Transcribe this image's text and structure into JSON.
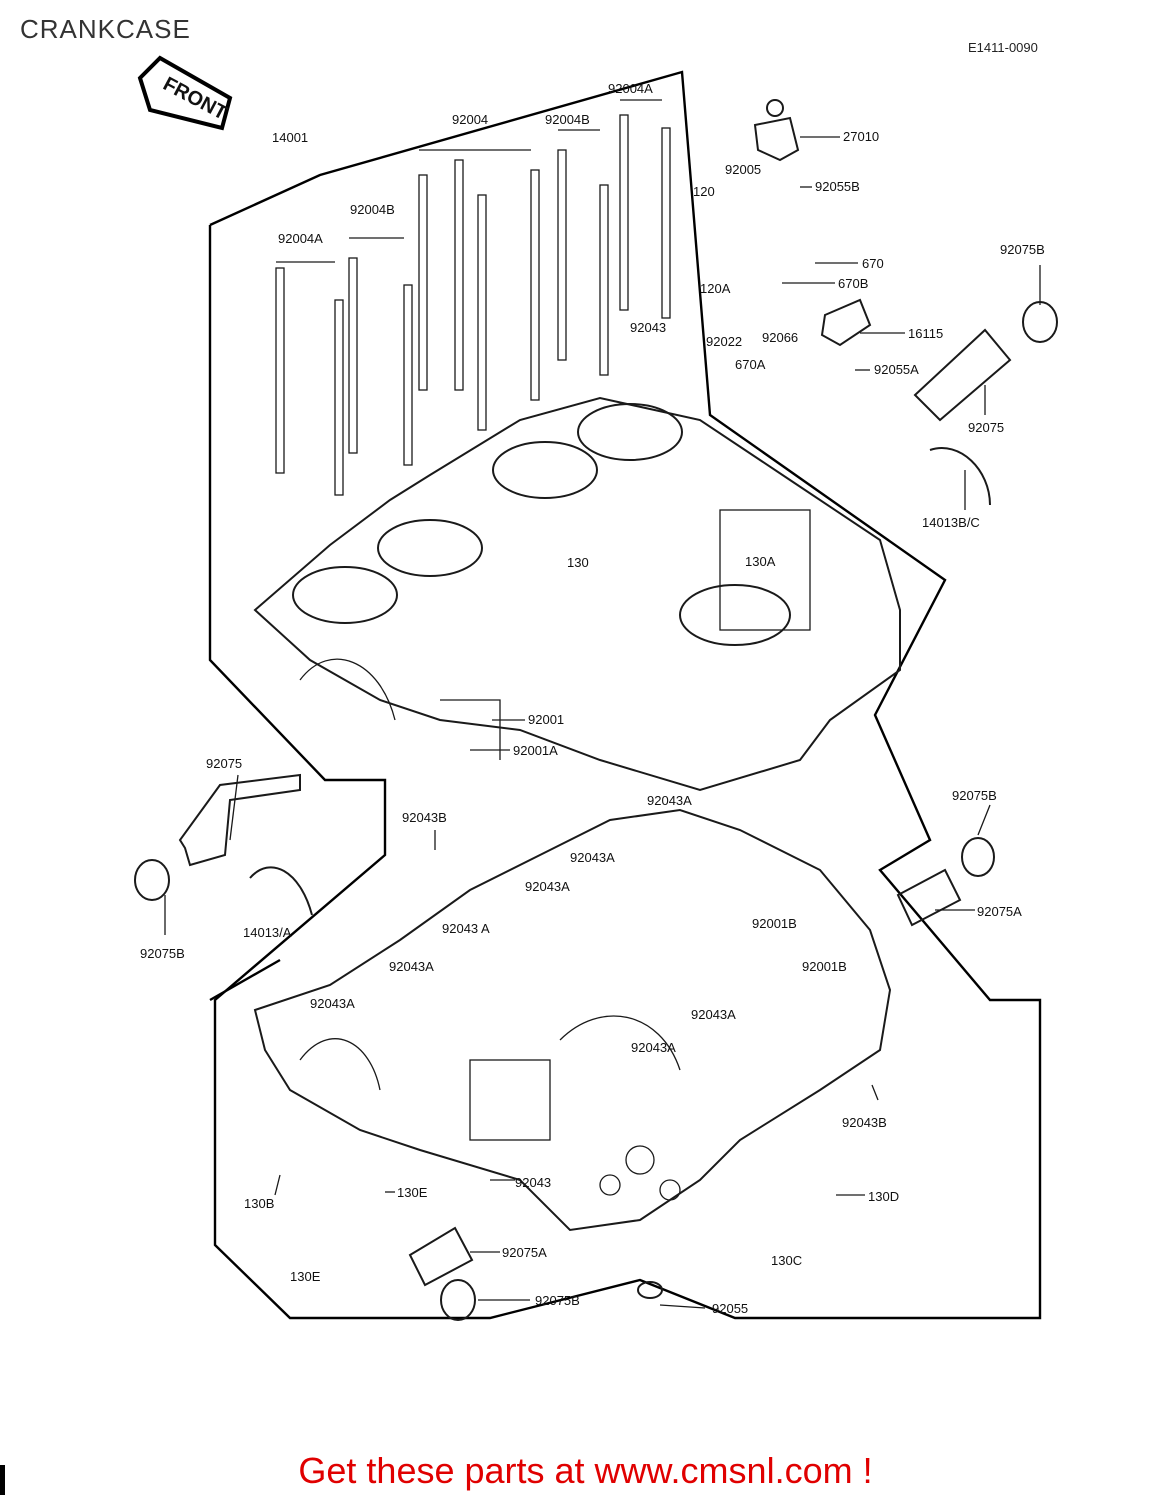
{
  "title": "CRANKCASE",
  "diagram_code": "E1411-0090",
  "front_sign": "FRONT",
  "cta_text": "Get these parts at www.cmsnl.com !",
  "parts": {
    "p14001": "14001",
    "p92004A_top": "92004A",
    "p92004": "92004",
    "p92004B_top": "92004B",
    "p92004B_left": "92004B",
    "p92004A_left": "92004A",
    "p27010": "27010",
    "p92005": "92005",
    "p92055B": "92055B",
    "p120": "120",
    "p120A": "120A",
    "p670": "670",
    "p670B": "670B",
    "p92075B_tr": "92075B",
    "p16115": "16115",
    "p92043_top": "92043",
    "p92022": "92022",
    "p92066": "92066",
    "p670A": "670A",
    "p92055A": "92055A",
    "p92075_tr": "92075",
    "p14013BC": "14013B/C",
    "p130": "130",
    "p130A": "130A",
    "p92001": "92001",
    "p92001A": "92001A",
    "p92075_l": "92075",
    "p92043B_l": "92043B",
    "p92043A_1": "92043A",
    "p92075B_r": "92075B",
    "p92043A_2": "92043A",
    "p92043A_3": "92043A",
    "p92043A_4": "92043 A",
    "p92043A_5": "92043A",
    "p92043A_6": "92043A",
    "p92001B_1": "92001B",
    "p92001B_2": "92001B",
    "p92075A_r": "92075A",
    "p14013A": "14013/A",
    "p92075B_l": "92075B",
    "p92043A_7": "92043A",
    "p92043A_8": "92043A",
    "p92043B_r": "92043B",
    "p92043_bot": "92043",
    "p130B": "130B",
    "p130E_1": "130E",
    "p130E_2": "130E",
    "p130D": "130D",
    "p130C": "130C",
    "p92075A_b": "92075A",
    "p92075B_b": "92075B",
    "p92055": "92055"
  }
}
